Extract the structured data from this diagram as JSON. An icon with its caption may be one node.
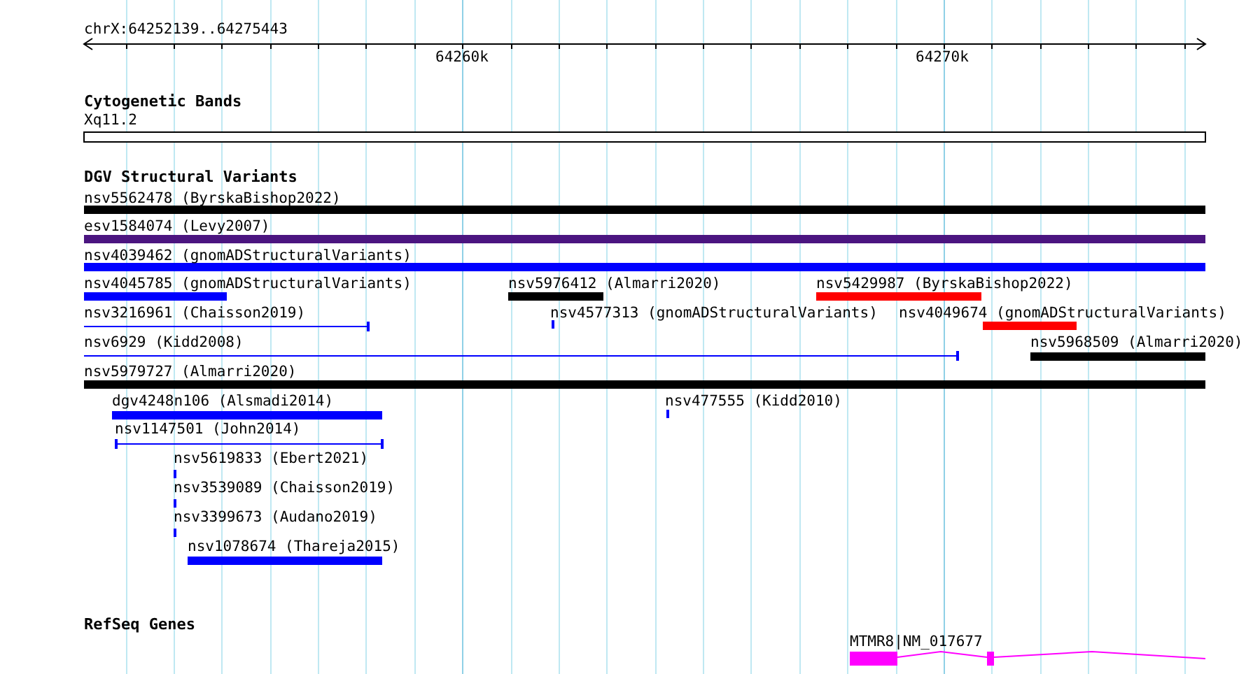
{
  "diagram": {
    "labels": [
      "chrX:64252139..64275443",
      "64260k",
      "64270k",
      "Cytogenetic Bands",
      "Xq11.2",
      "DGV Structural Variants",
      "nsv5562478 (ByrskaBishop2022)",
      "esv1584074 (Levy2007)",
      "nsv4039462 (gnomADStructuralVariants)",
      "nsv4045785 (gnomADStructuralVariants)",
      "nsv5976412 (Almarri2020)",
      "nsv5429987 (ByrskaBishop2022)",
      "nsv3216961 (Chaisson2019)",
      "nsv4577313 (gnomADStructuralVariants)",
      "nsv4049674 (gnomADStructuralVariants)",
      "nsv6929 (Kidd2008)",
      "nsv5968509 (Almarri2020)",
      "nsv5979727 (Almarri2020)",
      "dgv4248n106 (Alsmadi2014)",
      "nsv477555 (Kidd2010)",
      "nsv1147501 (John2014)",
      "nsv5619833 (Ebert2021)",
      "nsv3539089 (Chaisson2019)",
      "nsv3399673 (Audano2019)",
      "nsv1078674 (Thareja2015)",
      "RefSeq Genes",
      "MTMR8|NM_017677"
    ]
  }
}
